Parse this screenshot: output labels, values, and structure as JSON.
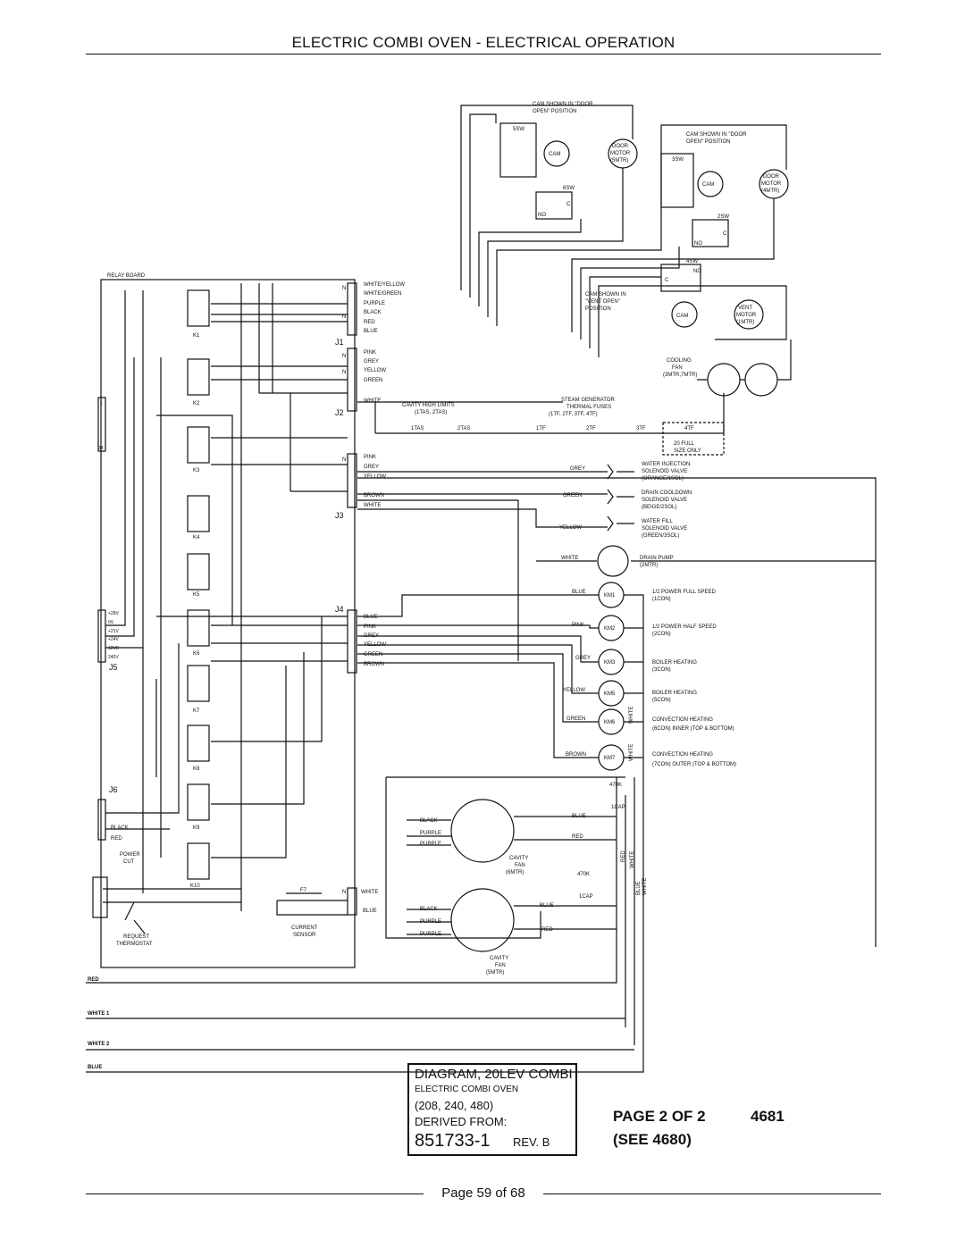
{
  "header": {
    "title": "ELECTRIC COMBI OVEN - ELECTRICAL OPERATION"
  },
  "labels": {
    "relay_board": "RELAY BOARD",
    "cam_door_1": "CAM SHOWN IN \"DOOR",
    "cam_door_1b": "OPEN\" POSITION",
    "cam_door_2": "CAM SHOWN IN \"DOOR",
    "cam_door_2b": "OPEN\" POSITION",
    "cam_vent": "CAM SHOWN IN",
    "cam_vent_b": "\"VENT OPEN\"",
    "cam_vent_c": "POSITION",
    "door_motor_1": "DOOR",
    "door_motor_1b": "MOTOR",
    "door_motor_1c": "(5MTR)",
    "door_motor_2": "DOOR",
    "door_motor_2b": "MOTOR",
    "door_motor_2c": "(4MTR)",
    "vent_motor": "VENT",
    "vent_motor_b": "MOTOR",
    "vent_motor_c": "(1MTR)",
    "cam": "CAM",
    "sw5": "5SW",
    "sw6": "6SW",
    "sw3": "3SW",
    "sw2": "2SW",
    "sw4": "4SW",
    "no": "NO",
    "c": "C",
    "cooling_fan": "COOLING",
    "cooling_fan_b": "FAN",
    "cooling_fan_c": "(3MTR,7MTR)",
    "cavity_high": "CAVITY HIGH LIMITS",
    "cavity_high_b": "(1TAS, 2TAS)",
    "steam_gen": "STEAM GENERATOR",
    "steam_gen_b": "THERMAL FUSES",
    "steam_gen_c": "(1TF, 2TF, 3TF, 4TF)",
    "tas1": "1TAS",
    "tas2": "2TAS",
    "tf1": "1TF",
    "tf2": "2TF",
    "tf3": "3TF",
    "tf4": "4TF",
    "full20": "20 FULL",
    "full20b": "SIZE ONLY",
    "water_inj": "WATER INJECTION",
    "water_inj_b": "SOLENOID VALVE",
    "water_inj_c": "(ORANGE/1SOL)",
    "drain_cool": "DRAIN COOLDOWN",
    "drain_cool_b": "SOLENOID VALVE",
    "drain_cool_c": "(BEIGE/2SOL)",
    "water_fill": "WATER FILL",
    "water_fill_b": "SOLENOID VALVE",
    "water_fill_c": "(GREEN/3SOL)",
    "drain_pump": "DRAIN PUMP",
    "drain_pump_b": "(2MTR)",
    "km1": "KM1",
    "km2": "KM2",
    "km3": "KM3",
    "km5": "KM5",
    "km6": "KM6",
    "km7": "KM7",
    "half_full": "1/2 POWER FULL SPEED",
    "half_full_b": "(1CON)",
    "half_half": "1/2 POWER HALF SPEED",
    "half_half_b": "(2CON)",
    "boiler1": "BOILER HEATING",
    "boiler1_b": "(3CON)",
    "boiler2": "BOILER HEATING",
    "boiler2_b": "(5CON)",
    "conv1": "CONVECTION HEATING",
    "conv1_b": "(6CON) INNER (TOP & BOTTOM)",
    "conv2": "CONVECTION HEATING",
    "conv2_b": "(7CON) OUTER (TOP & BOTTOM)",
    "k470": "470K",
    "k470b": "470K",
    "cap1": "1CAP",
    "cap2": "1CAP",
    "cavity_fan": "CAVITY",
    "cavity_fan_b": "FAN",
    "cavity_fan_c": "(6MTR)",
    "cavity_fan2": "CAVITY",
    "cavity_fan2_b": "FAN",
    "cavity_fan2_c": "(5MTR)",
    "power_cut": "POWER",
    "power_cut_b": "CUT",
    "request": "REQUEST",
    "request_b": "THERMOSTAT",
    "current_sensor": "CURRENT",
    "current_sensor_b": "SENSOR",
    "f7": "F7",
    "j1": "J1",
    "j2": "J2",
    "j3": "J3",
    "j4": "J4",
    "j5": "J5",
    "j6": "J6",
    "k1": "K1",
    "k2": "K2",
    "k3": "K3",
    "k4": "K4",
    "k5": "K5",
    "k6": "K6",
    "k7": "K7",
    "k8": "K8",
    "k9": "K9",
    "k10": "K10",
    "j5_pins": [
      "+28V",
      "0V",
      "+21V",
      "+24V",
      "12V8",
      "240V"
    ],
    "j6_black": "BLACK",
    "j6_red": "RED",
    "bus_red": "RED",
    "bus_white1": "WHITE 1",
    "bus_white2": "WHITE 2",
    "bus_blue": "BLUE",
    "pin1": "1",
    "pin34": "34",
    "n": "N"
  },
  "wires": {
    "j1": [
      "WHITE/YELLOW",
      "WHITE/GREEN",
      "PURPLE",
      "BLACK",
      "RED",
      "BLUE"
    ],
    "j2": [
      "PINK",
      "GREY",
      "YELLOW",
      "GREEN",
      "WHITE"
    ],
    "j3": [
      "PINK",
      "GREY",
      "YELLOW",
      "BROWN",
      "WHITE"
    ],
    "j4": [
      "BLUE",
      "PINK",
      "GREY",
      "YELLOW",
      "GREEN",
      "BROWN"
    ],
    "sol": [
      "GREY",
      "GREEN",
      "YELLOW"
    ],
    "drain": "WHITE",
    "km": [
      "BLUE",
      "PINK",
      "GREY",
      "YELLOW",
      "GREEN",
      "BROWN"
    ],
    "white_v": "WHITE",
    "fan1": [
      "BLACK",
      "PURPLE",
      "PURPLE"
    ],
    "fan1_right": [
      "BLUE",
      "RED"
    ],
    "fan2": [
      "BLACK",
      "PURPLE",
      "PURPLE"
    ],
    "fan2_right": [
      "BLUE",
      "RED"
    ],
    "red_v": "RED",
    "white_v2": "WHITE",
    "blue_v": "BLUE",
    "white_v3": "WHITE",
    "sensor": [
      "WHITE",
      "BLUE"
    ]
  },
  "title_block": {
    "diagram": "DIAGRAM, 20LEV COMBI",
    "oven": "ELECTRIC COMBI OVEN",
    "voltages": "(208, 240, 480)",
    "derived": "DERIVED FROM:",
    "number": "851733-1",
    "rev": "REV. B"
  },
  "page_info": {
    "page": "PAGE 2 OF 2",
    "drawing": "4681",
    "see": "(SEE 4680)"
  },
  "footer": {
    "page_text": "Page 59 of  68"
  }
}
